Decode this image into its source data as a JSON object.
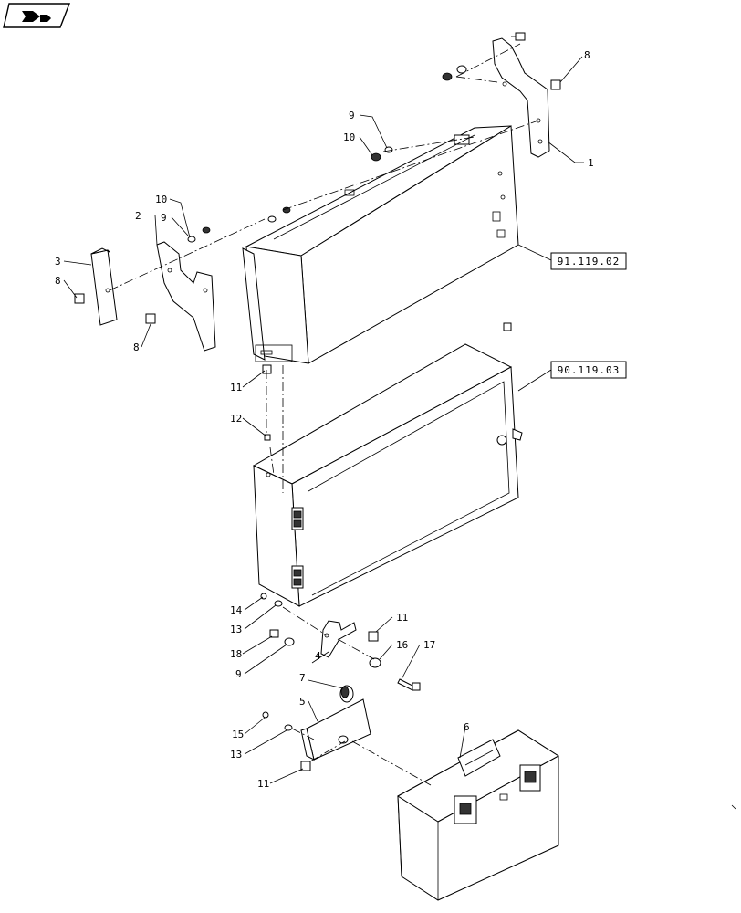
{
  "nav": {
    "icon": "back-arrow-icon"
  },
  "references": {
    "box_top": "91.119.02",
    "box_bottom": "90.119.03"
  },
  "callouts": {
    "c1": "1",
    "c2": "2",
    "c3": "3",
    "c4": "4",
    "c5": "5",
    "c6": "6",
    "c7": "7",
    "c8a": "8",
    "c8b": "8",
    "c8c": "8",
    "c9a": "9",
    "c9b": "9",
    "c9c": "9",
    "c10a": "10",
    "c10b": "10",
    "c11a": "11",
    "c11b": "11",
    "c11c": "11",
    "c12": "12",
    "c13a": "13",
    "c13b": "13",
    "c14": "14",
    "c15": "15",
    "c16": "16",
    "c17": "17",
    "c18": "18"
  }
}
